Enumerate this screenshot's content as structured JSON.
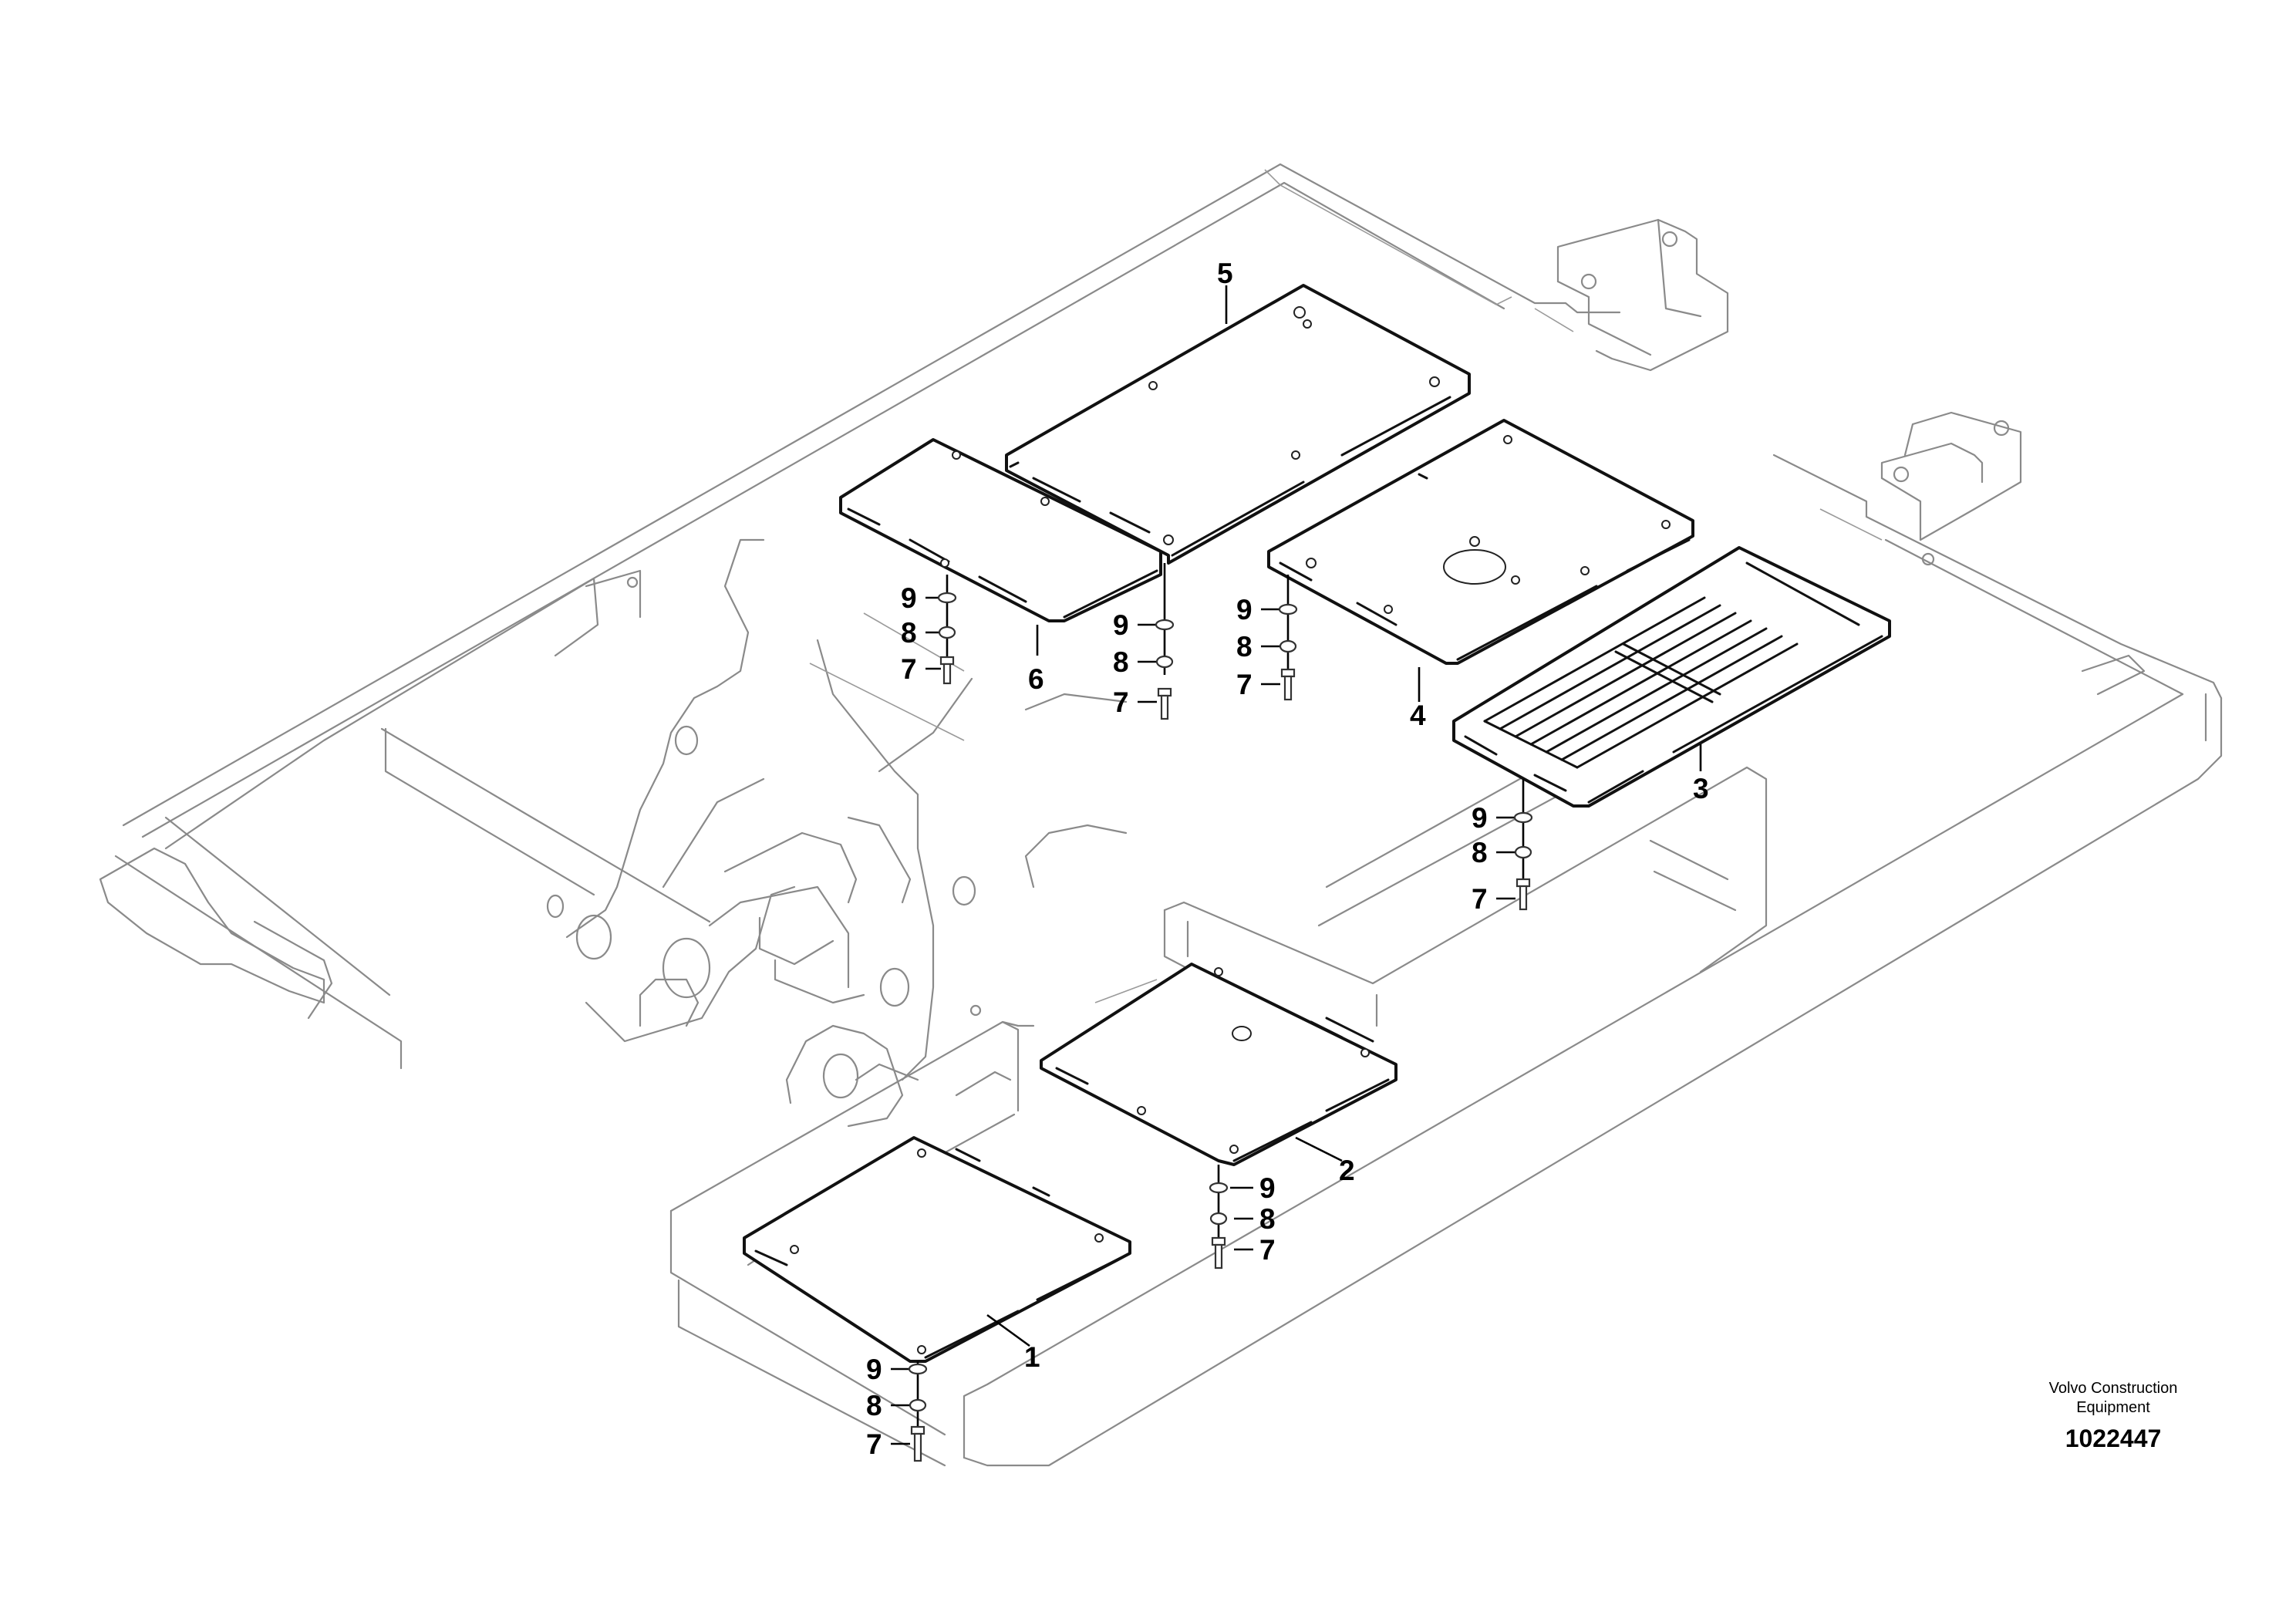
{
  "callouts": {
    "p1": "1",
    "p2": "2",
    "p3": "3",
    "p4": "4",
    "p5": "5",
    "p6": "6",
    "bolt": "7",
    "washer_lock": "8",
    "washer_flat": "9"
  },
  "footer": {
    "brand_line1": "Volvo Construction",
    "brand_line2": "Equipment",
    "doc_number": "1022447"
  }
}
